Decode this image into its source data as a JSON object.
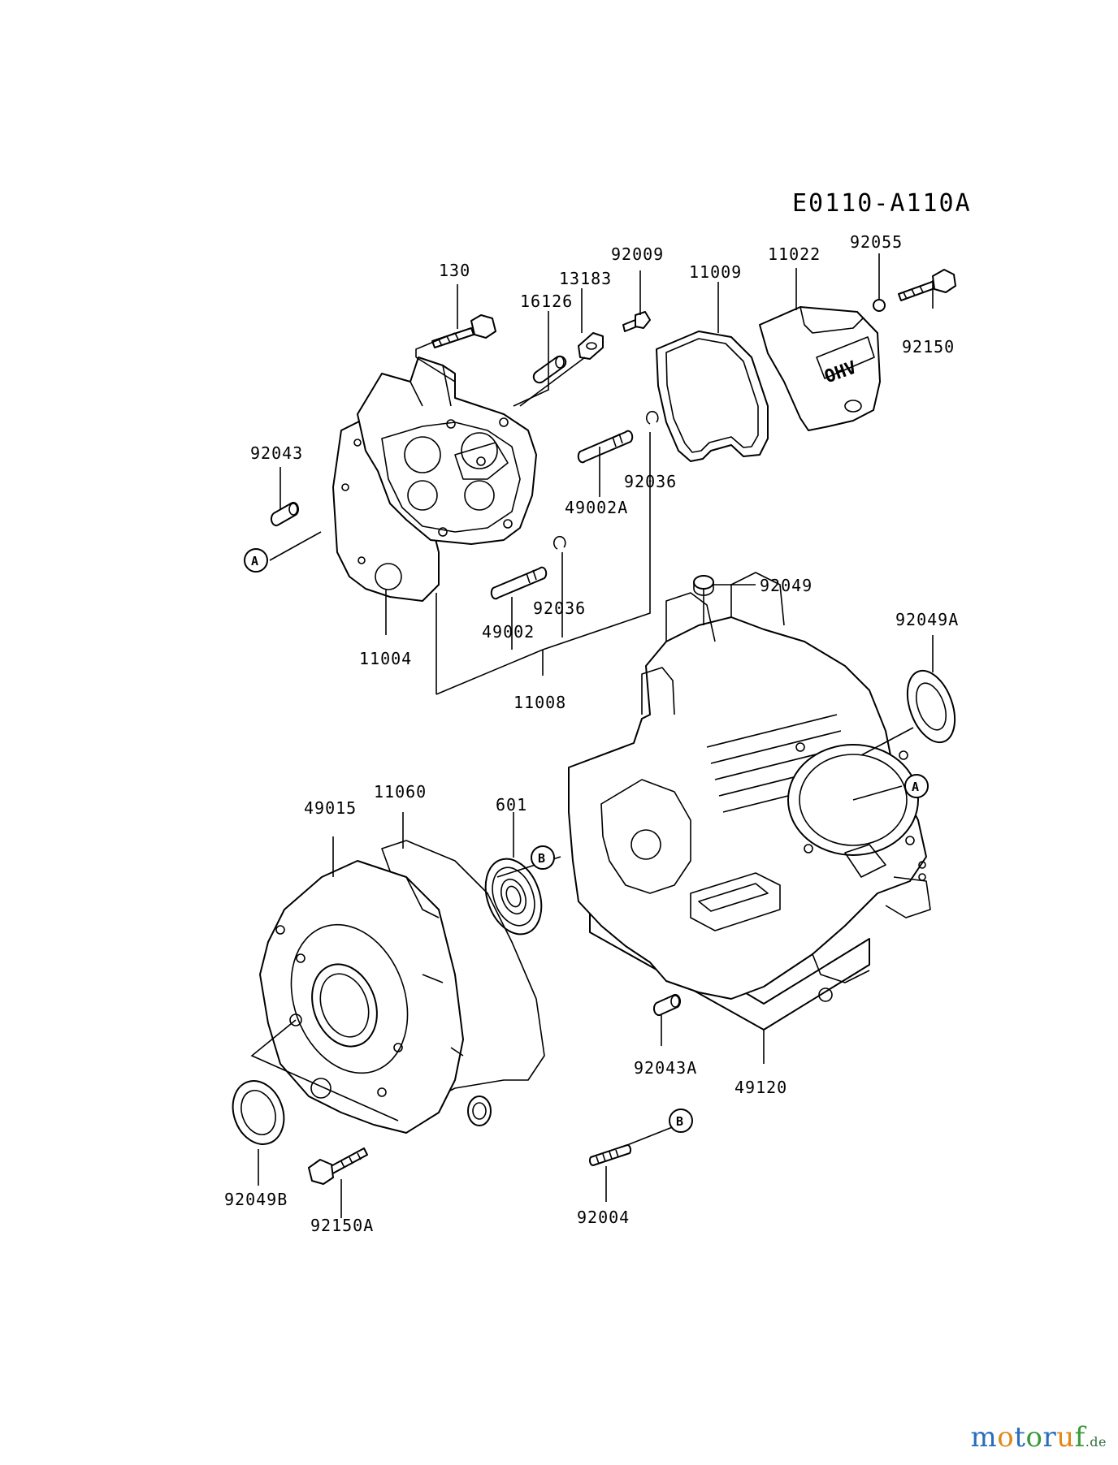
{
  "diagram_code": "E0110-A110A",
  "cover_lettering": "OHV",
  "watermark": {
    "text_parts": [
      "m",
      "o",
      "t",
      "o",
      "r",
      "u",
      "f"
    ],
    "colors": [
      "#2a6dbd",
      "#e08a1c",
      "#2a6dbd",
      "#3a9a3a",
      "#2a6dbd",
      "#e08a1c",
      "#3a9a3a"
    ],
    "suffix": ".de"
  },
  "ref_markers": {
    "a": "A",
    "b": "B"
  },
  "labels": {
    "p130": "130",
    "p16126": "16126",
    "p13183": "13183",
    "p92009": "92009",
    "p11009": "11009",
    "p11022": "11022",
    "p92055": "92055",
    "p92150": "92150",
    "p92043": "92043",
    "p92036_top": "92036",
    "p49002A": "49002A",
    "p92036_low": "92036",
    "p49002": "49002",
    "p11004": "11004",
    "p11008": "11008",
    "p92049": "92049",
    "p92049A": "92049A",
    "p49015": "49015",
    "p11060": "11060",
    "p601": "601",
    "p92043A": "92043A",
    "p49120": "49120",
    "p92049B": "92049B",
    "p92150A": "92150A",
    "p92004": "92004"
  }
}
